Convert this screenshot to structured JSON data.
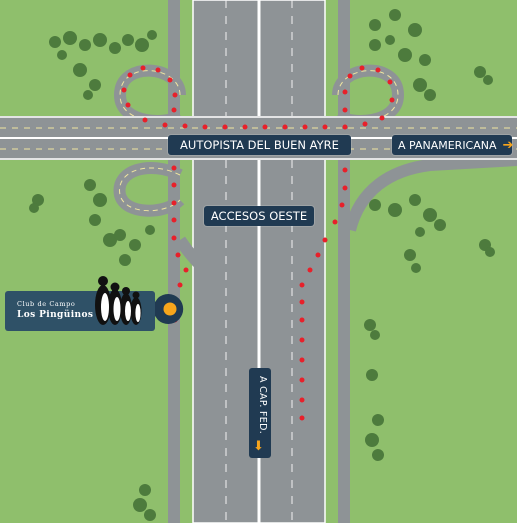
{
  "labels": {
    "autopista": "AUTOPISTA DEL BUEN AYRE",
    "panamericana": "A PANAMERICANA",
    "accesos": "ACCESOS OESTE",
    "capfed": "A CAP. FED."
  },
  "club": {
    "line1": "Club de Campo",
    "line2": "Los Pingüinos"
  },
  "icons": {
    "direction_arrow": "arrow-right-icon",
    "down_arrow": "arrow-down-icon",
    "location_pin": "location-pin-icon",
    "logo": "penguins-logo"
  },
  "colors": {
    "grass": "#8fbf6c",
    "road": "#8e9396",
    "route_dots": "#e8202a",
    "label_bg": "#203a52",
    "pin": "#f7a51c",
    "tree": "#4c7a3c"
  }
}
